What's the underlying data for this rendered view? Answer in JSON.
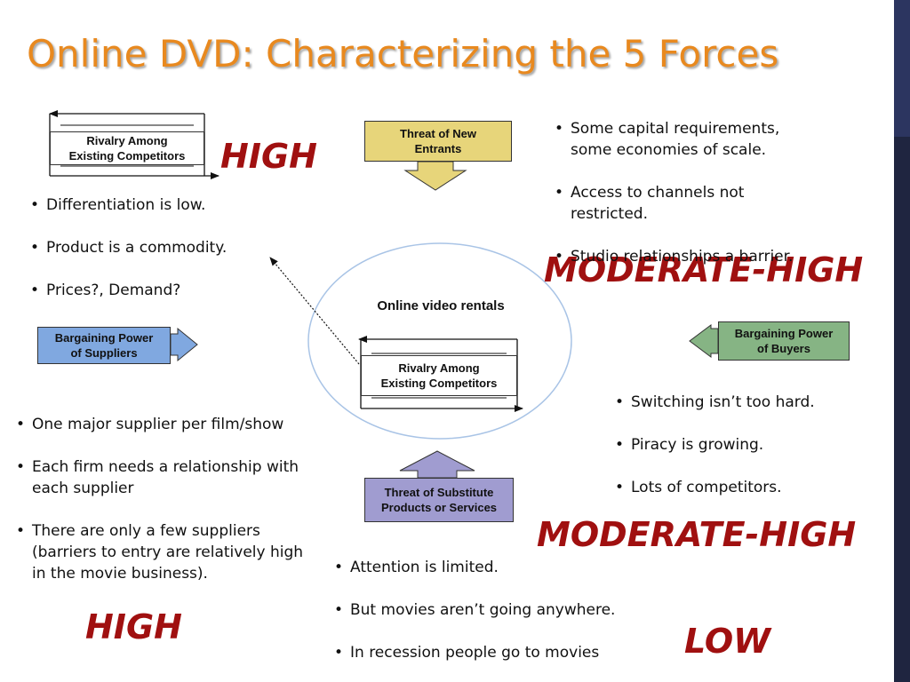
{
  "title": "Online DVD: Characterizing the 5 Forces",
  "center_label": "Online video rentals",
  "rivalry": {
    "label_line1": "Rivalry Among",
    "label_line2": "Existing Competitors",
    "rating": "HIGH",
    "bullets": [
      "Differentiation is low.",
      "Product is a commodity.",
      "Prices?, Demand?"
    ]
  },
  "new_entrants": {
    "label_line1": "Threat of New",
    "label_line2": "Entrants",
    "rating": "MODERATE-HIGH",
    "bullets": [
      "Some capital requirements, some economies of scale.",
      "Access to channels not restricted.",
      "Studio relationships a barrier."
    ]
  },
  "suppliers": {
    "label_line1": "Bargaining Power",
    "label_line2": "of Suppliers",
    "rating": "HIGH",
    "bullets": [
      "One major supplier per film/show",
      "Each firm needs a relationship with each supplier",
      "There are only a few suppliers (barriers to entry are relatively high in the movie business)."
    ]
  },
  "buyers": {
    "label_line1": "Bargaining Power",
    "label_line2": "of Buyers",
    "rating": "MODERATE-HIGH",
    "bullets": [
      "Switching isn’t too hard.",
      "Piracy is growing.",
      "Lots of competitors."
    ]
  },
  "substitutes": {
    "label_line1": "Threat of Substitute",
    "label_line2": "Products or Services",
    "rating": "LOW",
    "bullets": [
      "Attention is limited.",
      "But movies aren’t going anywhere.",
      "In recession people go to movies"
    ]
  },
  "colors": {
    "title": "#e8891f",
    "rating": "#a01010",
    "new_entrants_fill": "#e7d57a",
    "suppliers_fill": "#80a8e0",
    "buyers_fill": "#86b484",
    "substitutes_fill": "#a09cd0",
    "circle_stroke": "#a9c4e6"
  }
}
